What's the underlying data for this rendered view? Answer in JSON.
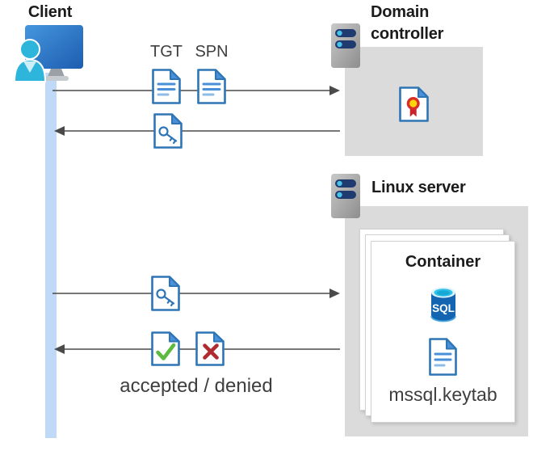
{
  "diagram": {
    "client": {
      "label": "Client"
    },
    "domain_controller": {
      "label": "Domain controller"
    },
    "linux_server": {
      "label": "Linux server"
    },
    "container": {
      "label": "Container",
      "sql_badge": "SQL",
      "keytab_file": "mssql.keytab"
    },
    "messages": {
      "tgt_label": "TGT",
      "spn_label": "SPN",
      "result_label": "accepted / denied"
    },
    "icons": {
      "client": "monitor-user-icon",
      "domain_controller": "server-icon",
      "linux_server": "server-icon",
      "certificate": "certificate-document-icon",
      "tgt": "text-document-icon",
      "spn": "text-document-icon",
      "service_ticket": "key-document-icon",
      "accepted": "check-document-icon",
      "denied": "x-document-icon",
      "sql": "sql-database-icon",
      "keytab": "text-document-icon"
    },
    "colors": {
      "box_gray": "#dbdbdb",
      "doc_border_blue": "#2e75b6",
      "doc_fold_blue": "#4a90d9",
      "doc_line_light": "#8fbce6",
      "person_cyan": "#2eb5db",
      "monitor_blue": "#2f7ccc",
      "check_green": "#5cbb3f",
      "deny_red": "#b02b30",
      "cert_yellow": "#ffd40a",
      "cert_red": "#d92d27",
      "lifeline_blue": "#bfd9f6",
      "arrow_gray": "#4a4a4a",
      "server_navy": "#1e3a6e",
      "server_dot_cyan": "#49c2ea",
      "sql_body_blue": "#1365b2",
      "sql_top_cyan": "#2fc0e8"
    }
  }
}
